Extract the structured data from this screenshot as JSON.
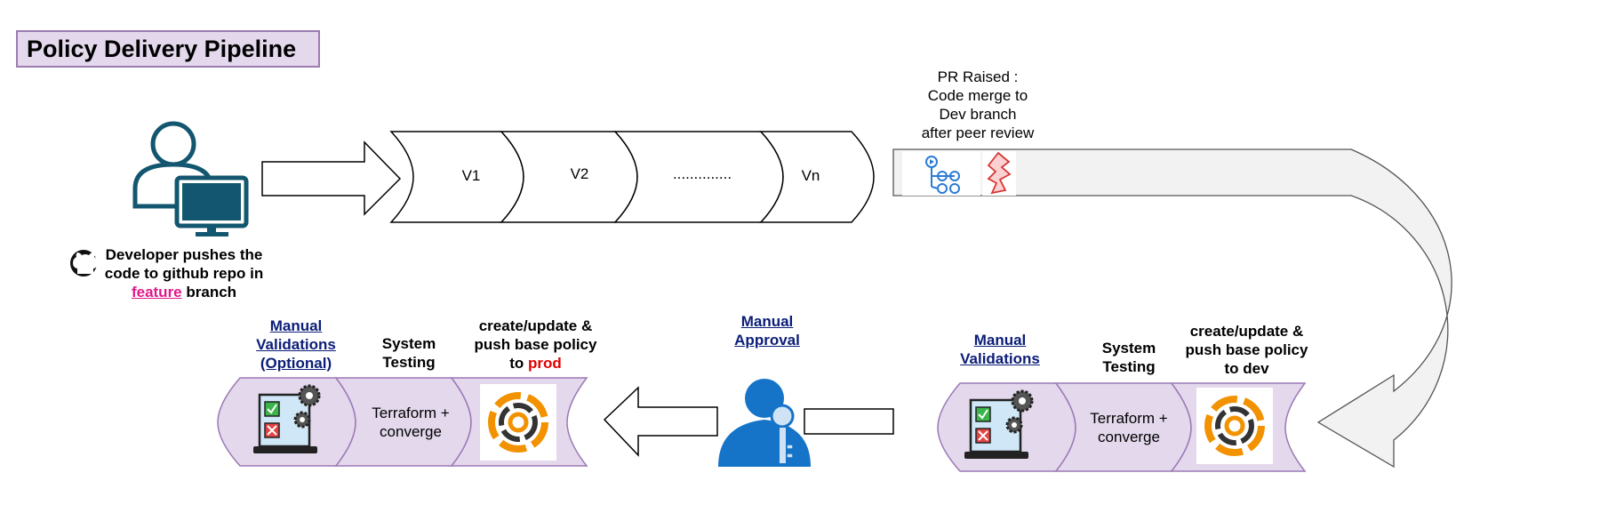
{
  "title": "Policy Delivery Pipeline",
  "developer": {
    "line1": "Developer pushes the",
    "line2": "code to github repo in",
    "branch": "feature",
    "branch_suffix": " branch"
  },
  "versions": [
    "V1",
    "V2",
    "..............",
    "Vn"
  ],
  "pr": {
    "line1": "PR Raised :",
    "line2": "Code merge to",
    "line3": "Dev branch",
    "line4": "after peer review"
  },
  "dev_stage": {
    "validations_line1": "Manual",
    "validations_line2": "Validations",
    "system_line1": "System",
    "system_line2": "Testing",
    "create_line1": "create/update &",
    "create_line2": "push base policy",
    "create_line3": "to dev",
    "terraform_line1": "Terraform +",
    "terraform_line2": "converge"
  },
  "approval": {
    "line1": "Manual",
    "line2": "Approval"
  },
  "prod_stage": {
    "validations_line1": "Manual",
    "validations_line2": "Validations",
    "validations_line3": "(Optional)",
    "system_line1": "System",
    "system_line2": "Testing",
    "create_line1": "create/update &",
    "create_line2": "push base policy",
    "create_line3_prefix": "to ",
    "create_line3_env": "prod",
    "terraform_line1": "Terraform +",
    "terraform_line2": "converge"
  },
  "icons": [
    "developer-computer-icon",
    "github-icon",
    "pipeline-icon",
    "deploy-icon",
    "laptop-validation-icon",
    "chef-logo-icon",
    "user-key-icon"
  ],
  "colors": {
    "title_bg": "#e3d8ec",
    "title_border": "#9a7cb2",
    "stage_fill": "#e3d8ec",
    "stage_border": "#9b79b5",
    "developer_icon": "#13566f",
    "approver_icon": "#1574c7",
    "highlight_feature": "#e0198a",
    "highlight_prod": "#e00000",
    "link_blue": "#0b1d78"
  }
}
